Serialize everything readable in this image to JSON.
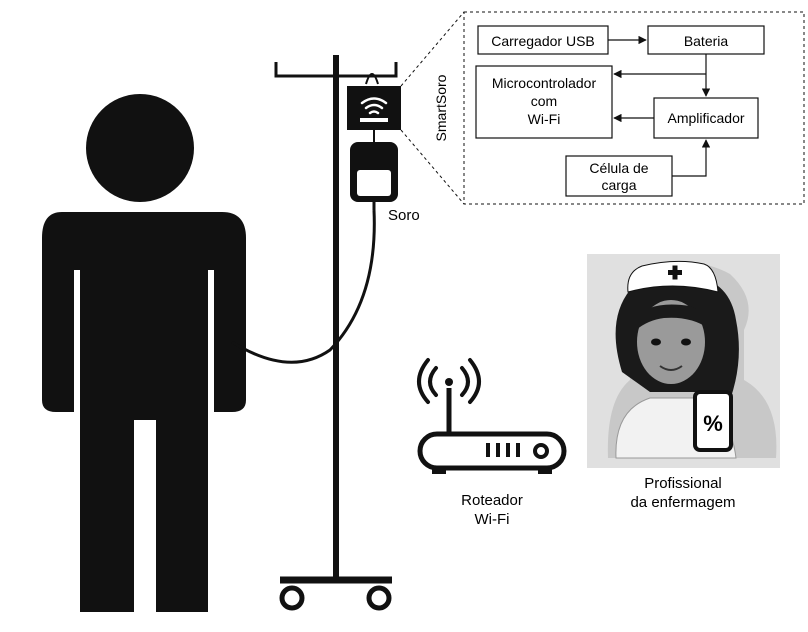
{
  "labels": {
    "saline_bag": "Soro",
    "smartsoro": "SmartSoro",
    "router_line1": "Roteador",
    "router_line2": "Wi-Fi",
    "nurse_line1": "Profissional",
    "nurse_line2": "da enfermagem",
    "phone_glyph": "%"
  },
  "block_diagram": {
    "usb_charger": "Carregador USB",
    "battery": "Bateria",
    "mcu_line1": "Microcontrolador",
    "mcu_line2": "com",
    "mcu_line3": "Wi-Fi",
    "amplifier": "Amplificador",
    "load_cell_line1": "Célula de",
    "load_cell_line2": "carga"
  },
  "icons": {
    "patient": "person-icon",
    "iv_pole": "iv-pole-icon",
    "wifi": "wifi-icon",
    "router": "router-icon",
    "nurse": "nurse-icon",
    "phone": "smartphone-icon"
  },
  "colors": {
    "ink": "#111111",
    "nurse_bg": "#e0e0e0"
  }
}
